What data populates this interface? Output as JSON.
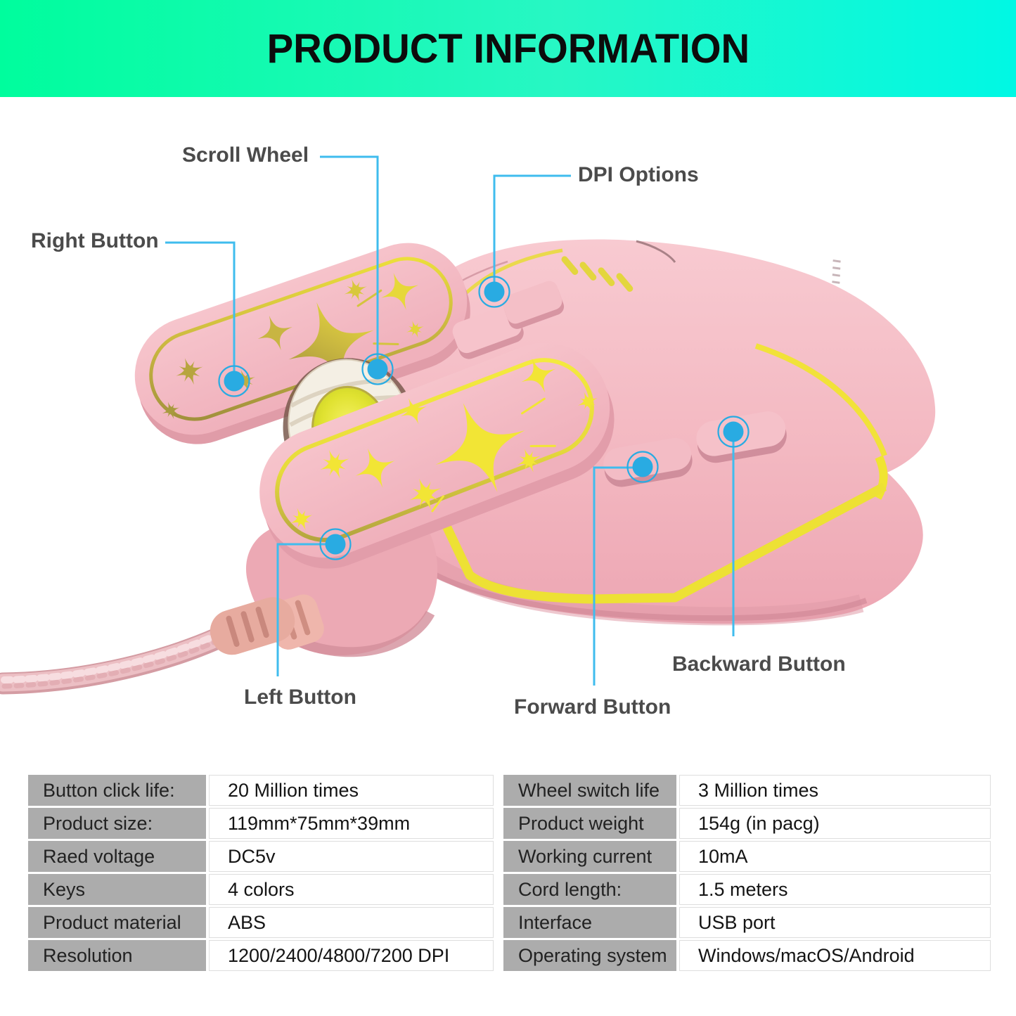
{
  "header": {
    "title": "PRODUCT INFORMATION"
  },
  "callouts": {
    "scroll_wheel": "Scroll Wheel",
    "dpi_options": "DPI Options",
    "right_button": "Right Button",
    "left_button": "Left Button",
    "forward_button": "Forward Button",
    "backward_button": "Backward Button"
  },
  "spec_table": {
    "left": [
      {
        "label": "Button click life:",
        "value": "20 Million times"
      },
      {
        "label": "Product size:",
        "value": "119mm*75mm*39mm"
      },
      {
        "label": "Raed voltage",
        "value": "DC5v"
      },
      {
        "label": "Keys",
        "value": "4 colors"
      },
      {
        "label": "Product material",
        "value": "ABS"
      },
      {
        "label": "Resolution",
        "value": "1200/2400/4800/7200 DPI"
      }
    ],
    "right": [
      {
        "label": "Wheel switch life",
        "value": "3 Million times"
      },
      {
        "label": "Product weight",
        "value": "154g (in pacg)"
      },
      {
        "label": "Working current",
        "value": "10mA"
      },
      {
        "label": "Cord length:",
        "value": "1.5 meters"
      },
      {
        "label": "Interface",
        "value": "USB port"
      },
      {
        "label": "Operating system",
        "value": "Windows/macOS/Android"
      }
    ]
  },
  "colors": {
    "banner_gradient_left": "#00fd9d",
    "banner_gradient_right": "#00f8e4",
    "callout_line_blue": "#3fbcee",
    "marker_dot_blue": "#29abe2",
    "table_label_gray": "#acacac",
    "mouse_body_pink": "#f4bec6",
    "accent_yellow": "#f0e335",
    "gold_olive": "#b7a144",
    "label_text_gray": "#4b4b4b"
  }
}
